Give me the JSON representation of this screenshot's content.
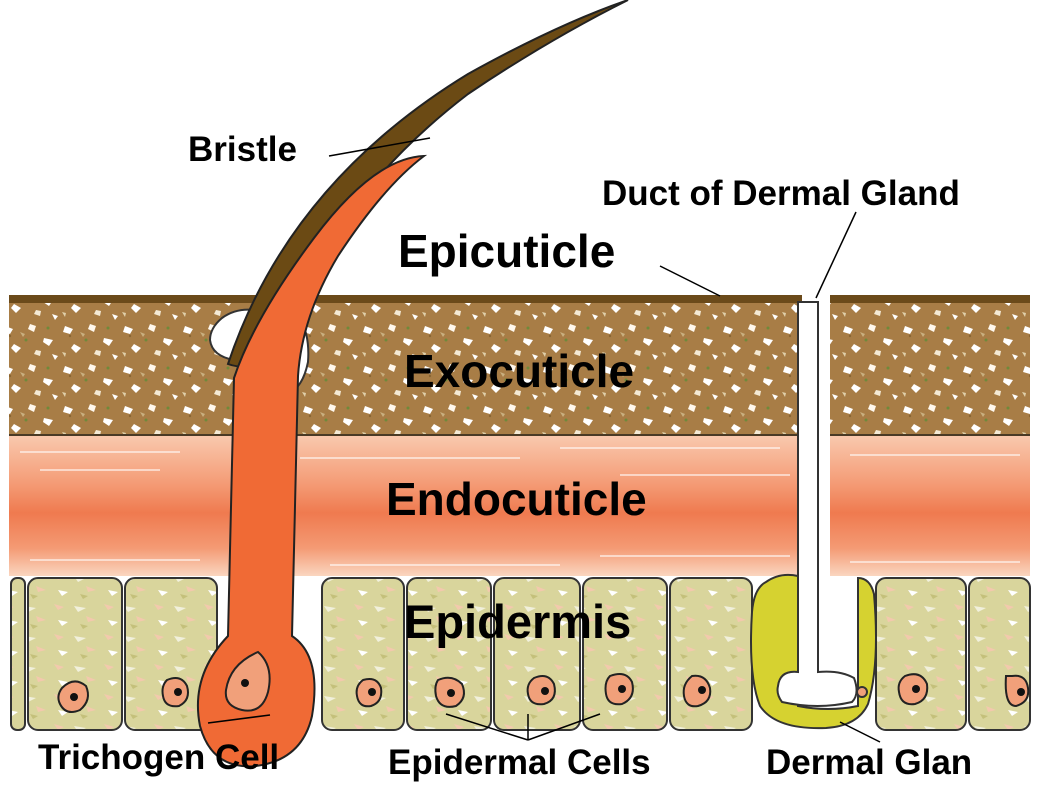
{
  "labels": {
    "bristle": "Bristle",
    "duct": "Duct of Dermal Gland",
    "epicuticle": "Epicuticle",
    "exocuticle": "Exocuticle",
    "endocuticle": "Endocuticle",
    "epidermis": "Epidermis",
    "trichogen_cell": "Trichogen Cell",
    "epidermal_cells": "Epidermal Cells",
    "dermal_gland": "Dermal Glan"
  },
  "colors": {
    "epicuticle": "#6b4a1a",
    "exocuticle": "#a67c45",
    "endocuticle": "#f07a50",
    "epidermis": "#d8d49a",
    "bristle": "#6b4a14",
    "trichogen": "#f06a35",
    "gland": "#d6d230",
    "nucleus": "#f0a07a"
  }
}
